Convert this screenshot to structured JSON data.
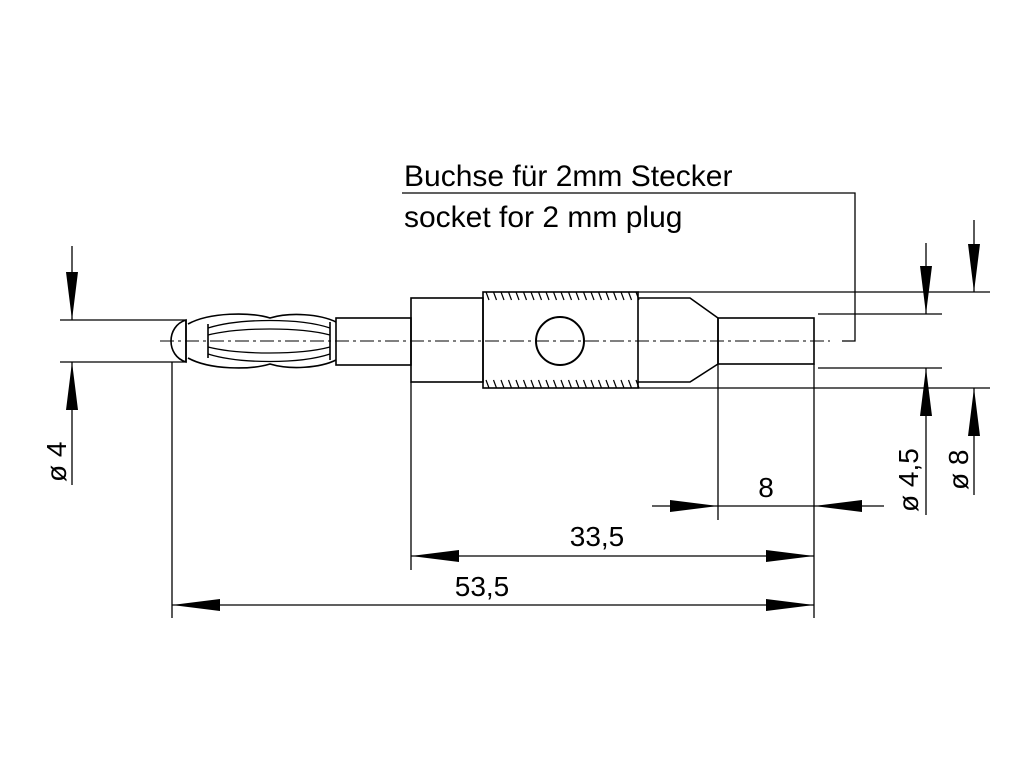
{
  "callout": {
    "line_de": "Buchse für 2mm Stecker",
    "line_en": "socket for 2 mm plug"
  },
  "dimensions": {
    "tip_diameter": "ø 4",
    "body_diameter_small": "ø 4,5",
    "body_diameter_large": "ø 8",
    "rear_length": "8",
    "body_length": "33,5",
    "total_length": "53,5"
  }
}
